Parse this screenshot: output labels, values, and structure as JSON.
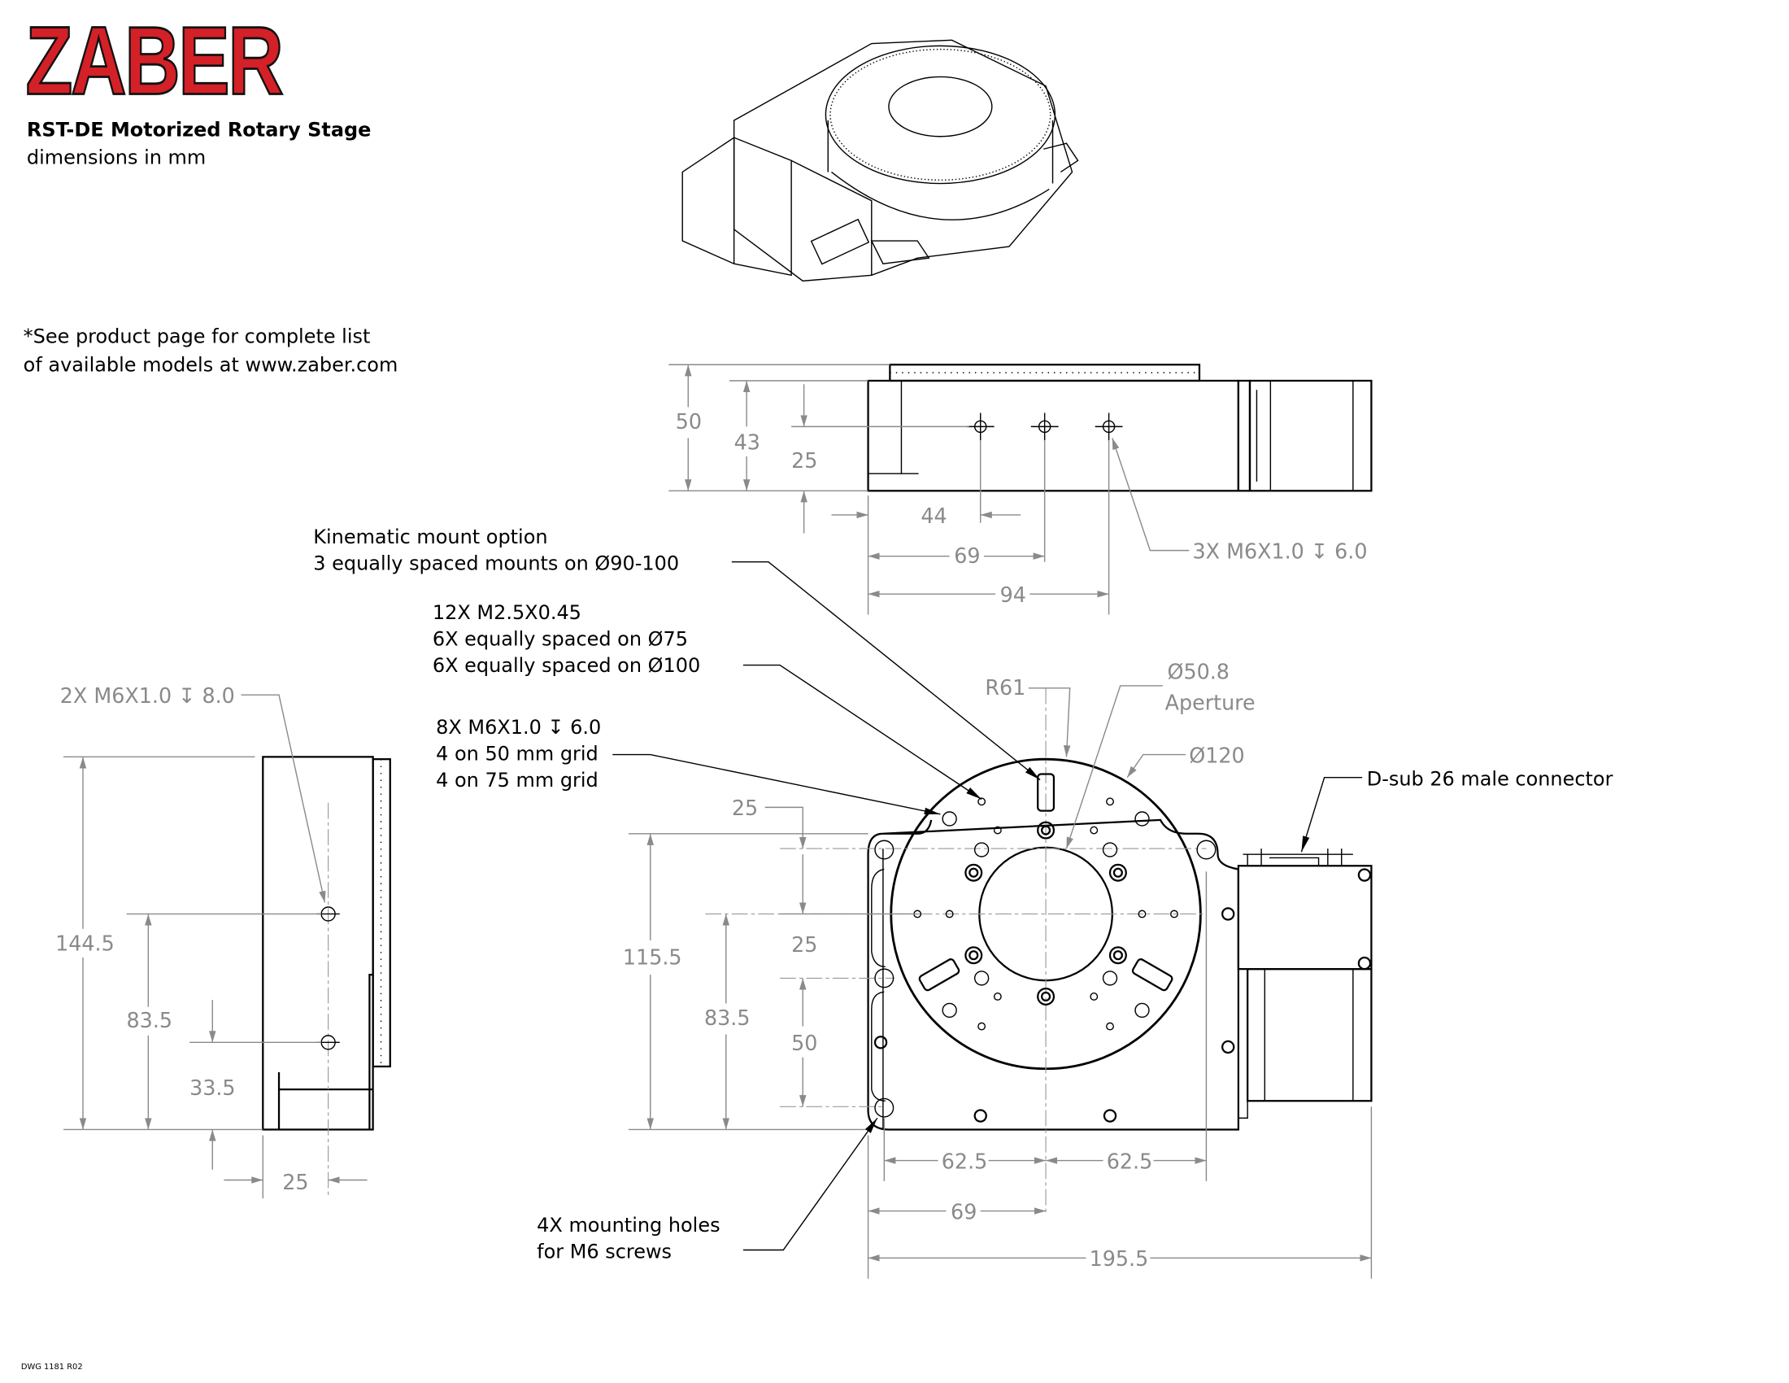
{
  "header": {
    "logo": "ZABER",
    "title": "RST-DE Motorized Rotary Stage",
    "subtitle": "dimensions in mm",
    "note": [
      "*See product page for complete list",
      "of available models at www.zaber.com"
    ],
    "drawing_number": "DWG 1181 R02"
  },
  "colors": {
    "brand": "#d42027",
    "dimension": "#8a8a8a",
    "line": "#000000"
  },
  "side_view": {
    "dims": {
      "height_total": "50",
      "height_body": "43",
      "hole_height": "25",
      "hole_pitch": "44",
      "hole_mid": "69",
      "hole_far": "94"
    },
    "callout": "3X M6X1.0 ↧ 6.0"
  },
  "left_view": {
    "callout": "2X M6X1.0 ↧ 8.0",
    "dims": {
      "depth": "144.5",
      "hole_upper": "83.5",
      "hole_lower": "33.5",
      "hole_offset": "25"
    }
  },
  "front_view": {
    "kinematic_callout": [
      "Kinematic mount option",
      "3 equally spaced mounts on Ø90-100"
    ],
    "m25_callout": [
      "12X M2.5X0.45",
      "6X equally spaced on Ø75",
      "6X equally spaced on Ø100"
    ],
    "m6_callout": [
      "8X M6X1.0 ↧ 6.0",
      "4 on 50 mm grid",
      "4 on 75 mm grid"
    ],
    "radius_label": "R61",
    "aperture_label": [
      "Ø50.8",
      "Aperture"
    ],
    "platform_diameter": "Ø120",
    "connector_label": "D-sub 26 male connector",
    "mounting_callout": [
      "4X mounting holes",
      "for M6 screws"
    ],
    "dims": {
      "top_offset": "25",
      "overall_depth": "115.5",
      "center_height": "83.5",
      "hole_spacing_a": "25",
      "hole_spacing_b": "50",
      "half_width_left": "62.5",
      "half_width_right": "62.5",
      "center_x": "69",
      "overall_width": "195.5"
    }
  }
}
